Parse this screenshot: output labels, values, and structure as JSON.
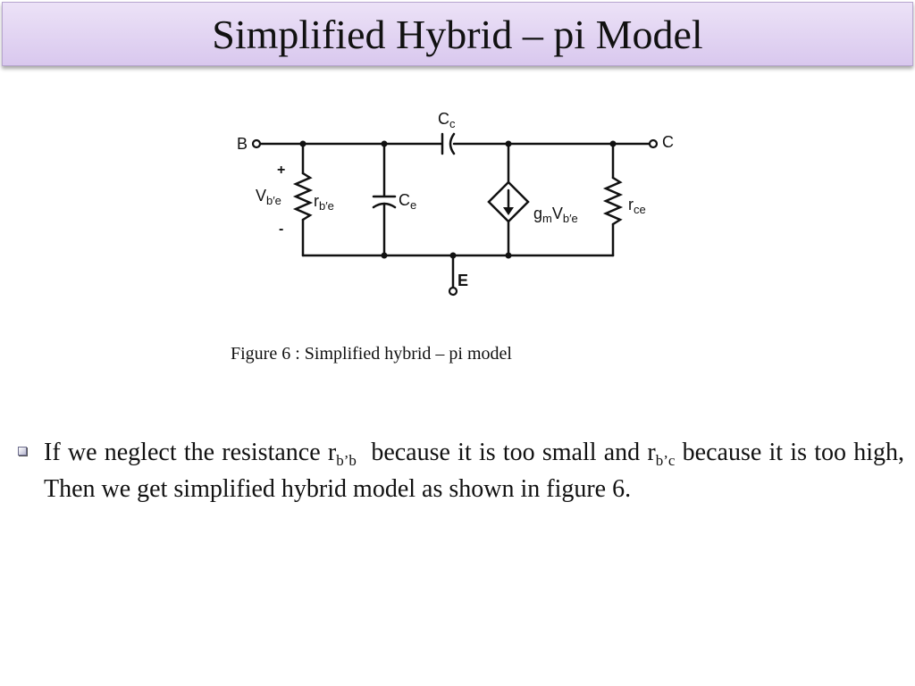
{
  "header": {
    "title": "Simplified Hybrid – pi Model"
  },
  "figure": {
    "caption": "Figure 6 : Simplified  hybrid – pi  model",
    "labels": {
      "base": "B",
      "collector": "C",
      "emitter": "E",
      "cc_main": "C",
      "cc_sub": "c",
      "ce_main": "C",
      "ce_sub": "e",
      "rbe_main": "r",
      "rbe_sub": "b′e",
      "vbe_main": "V",
      "vbe_sub": "b′e",
      "plus": "+",
      "minus": "-",
      "gm_main": "g",
      "gm_sub": "m",
      "gm_v": "V",
      "gm_vsub": "b′e",
      "rce_main": "r",
      "rce_sub": "ce"
    }
  },
  "bullet": {
    "part1": "If we neglect the resistance r",
    "sub1": "b’b",
    "part2": "  because it is too small and r",
    "sub2": "b’c",
    "part3": " because it is too high, Then we get simplified hybrid model as shown in figure 6."
  }
}
